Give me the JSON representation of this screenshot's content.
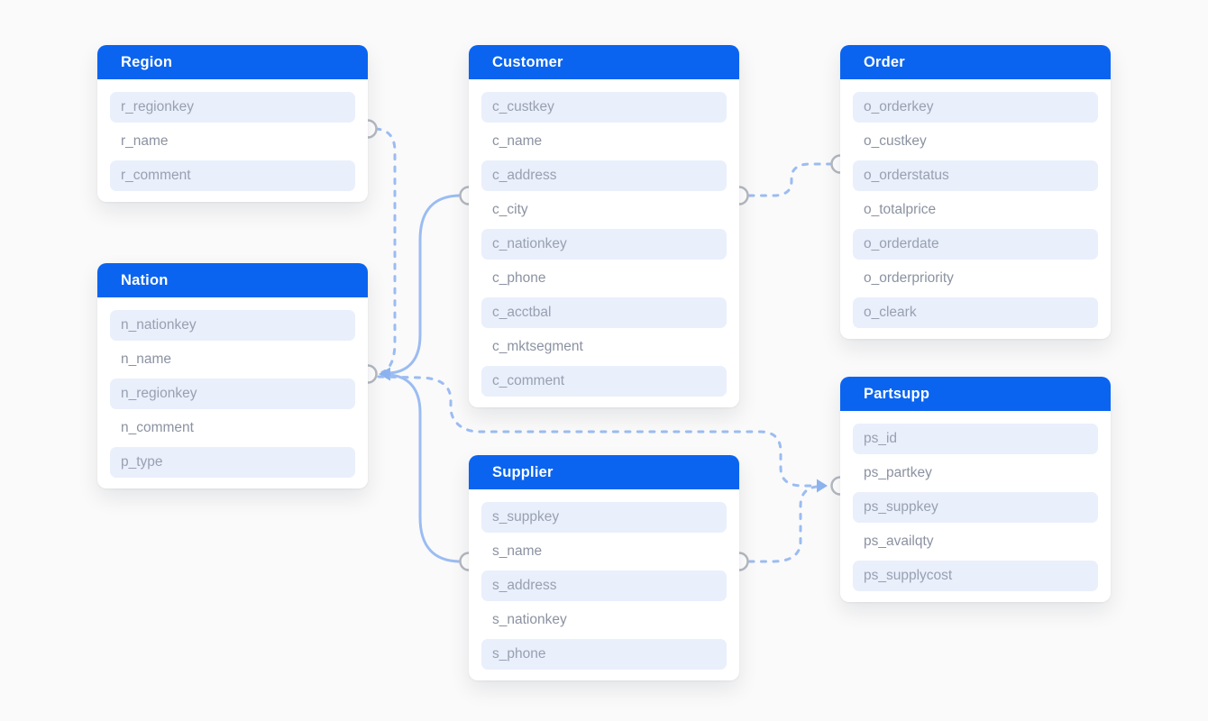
{
  "diagram": {
    "tables": [
      {
        "id": "region",
        "title": "Region",
        "fields": [
          {
            "name": "r_regionkey",
            "filled": true
          },
          {
            "name": "r_name",
            "filled": false
          },
          {
            "name": "r_comment",
            "filled": true
          }
        ]
      },
      {
        "id": "nation",
        "title": "Nation",
        "fields": [
          {
            "name": "n_nationkey",
            "filled": true
          },
          {
            "name": "n_name",
            "filled": false
          },
          {
            "name": "n_regionkey",
            "filled": true
          },
          {
            "name": "n_comment",
            "filled": false
          },
          {
            "name": "p_type",
            "filled": true
          }
        ]
      },
      {
        "id": "customer",
        "title": "Customer",
        "fields": [
          {
            "name": "c_custkey",
            "filled": true
          },
          {
            "name": "c_name",
            "filled": false
          },
          {
            "name": "c_address",
            "filled": true
          },
          {
            "name": "c_city",
            "filled": false
          },
          {
            "name": "c_nationkey",
            "filled": true
          },
          {
            "name": "c_phone",
            "filled": false
          },
          {
            "name": "c_acctbal",
            "filled": true
          },
          {
            "name": "c_mktsegment",
            "filled": false
          },
          {
            "name": "c_comment",
            "filled": true
          }
        ]
      },
      {
        "id": "supplier",
        "title": "Supplier",
        "fields": [
          {
            "name": "s_suppkey",
            "filled": true
          },
          {
            "name": "s_name",
            "filled": false
          },
          {
            "name": "s_address",
            "filled": true
          },
          {
            "name": "s_nationkey",
            "filled": false
          },
          {
            "name": "s_phone",
            "filled": true
          }
        ]
      },
      {
        "id": "order",
        "title": "Order",
        "fields": [
          {
            "name": "o_orderkey",
            "filled": true
          },
          {
            "name": "o_custkey",
            "filled": false
          },
          {
            "name": "o_orderstatus",
            "filled": true
          },
          {
            "name": "o_totalprice",
            "filled": false
          },
          {
            "name": "o_orderdate",
            "filled": true
          },
          {
            "name": "o_orderpriority",
            "filled": false
          },
          {
            "name": "o_cleark",
            "filled": true
          }
        ]
      },
      {
        "id": "partsupp",
        "title": "Partsupp",
        "fields": [
          {
            "name": "ps_id",
            "filled": true
          },
          {
            "name": "ps_partkey",
            "filled": false
          },
          {
            "name": "ps_suppkey",
            "filled": true
          },
          {
            "name": "ps_availqty",
            "filled": false
          },
          {
            "name": "ps_supplycost",
            "filled": true
          }
        ]
      }
    ],
    "relations": [
      {
        "from": "Region",
        "to": "Nation",
        "style": "dashed"
      },
      {
        "from": "Customer",
        "to": "Nation",
        "style": "solid"
      },
      {
        "from": "Supplier",
        "to": "Nation",
        "style": "solid"
      },
      {
        "from": "Nation",
        "to": "Partsupp",
        "style": "dashed"
      },
      {
        "from": "Supplier",
        "to": "Partsupp",
        "style": "dashed"
      },
      {
        "from": "Customer",
        "to": "Order",
        "style": "dashed"
      }
    ],
    "colors": {
      "header_blue": "#0a64f0",
      "field_fill": "#e9effb",
      "wire_blue": "#9bbcf2",
      "port_stroke": "#b5b9c0",
      "page_background": "#fafafa"
    }
  }
}
